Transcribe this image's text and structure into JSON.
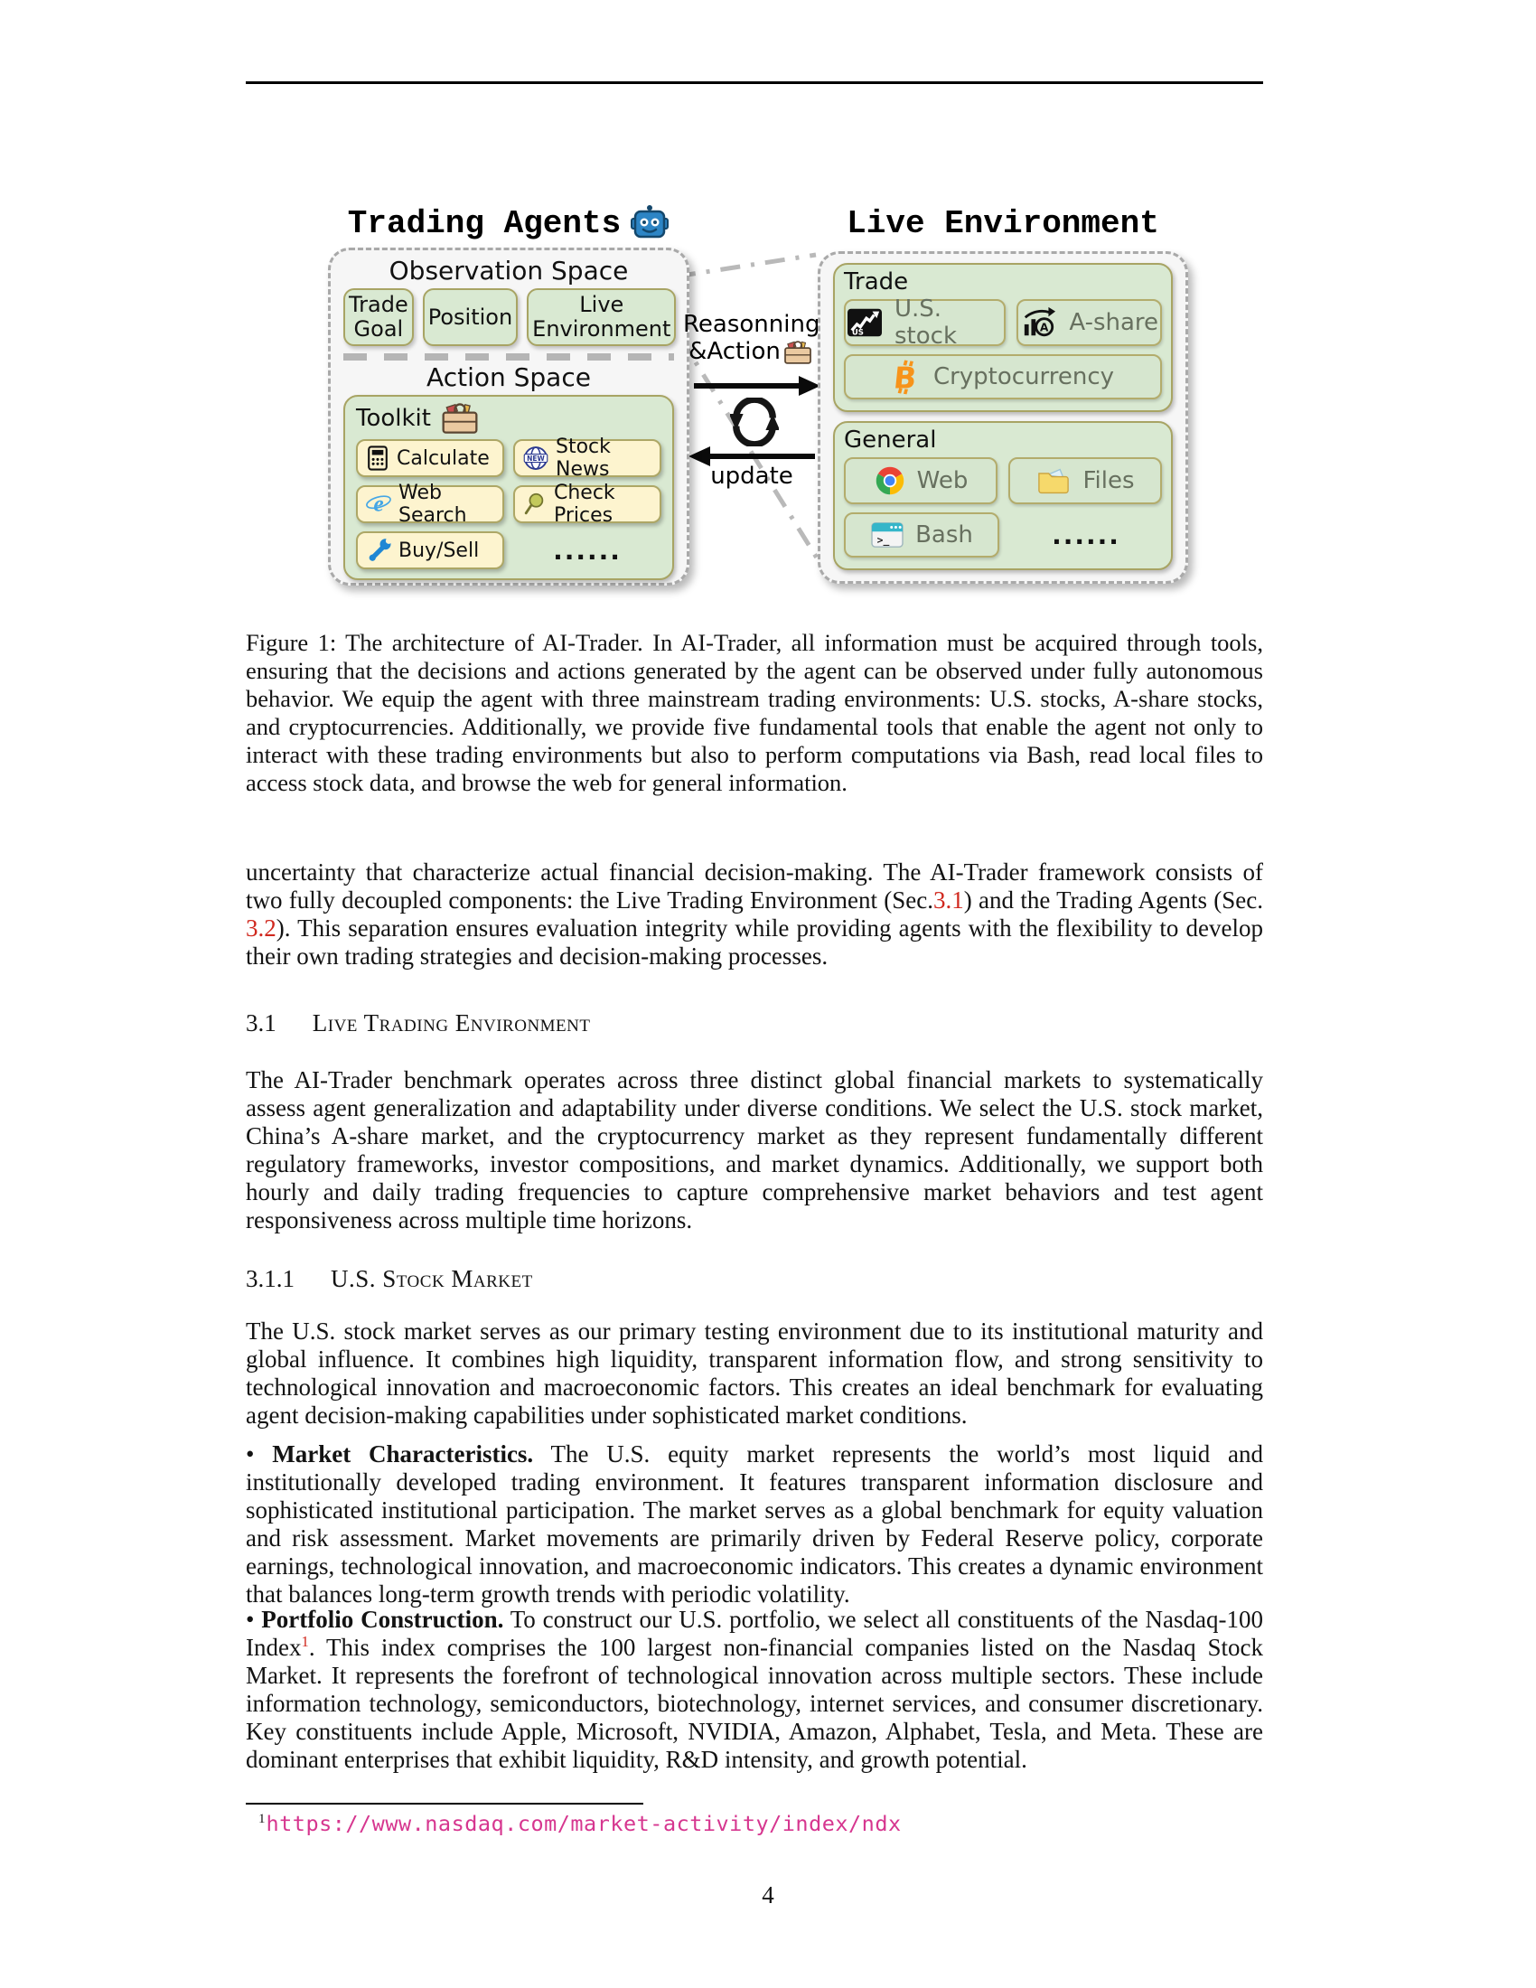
{
  "figure": {
    "agents_panel": {
      "title": "Trading Agents",
      "robot_icon": "robot-icon",
      "observation": {
        "title": "Observation Space",
        "boxes": [
          "Trade Goal",
          "Position",
          "Live Environment"
        ]
      },
      "action": {
        "title": "Action Space",
        "toolkit_label": "Toolkit",
        "toolkit_icon": "toolbox-icon",
        "tools": [
          {
            "label": "Calculate",
            "icon": "calculator-icon"
          },
          {
            "label": "Stock News",
            "icon": "news-globe-icon"
          },
          {
            "label": "Web Search",
            "icon": "browser-e-icon"
          },
          {
            "label": "Check Prices",
            "icon": "magnifier-icon"
          },
          {
            "label": "Buy/Sell",
            "icon": "wrench-icon"
          }
        ],
        "ellipsis": "......"
      }
    },
    "middle": {
      "reasoning_line1": "Reasonning",
      "reasoning_line2": "&Action",
      "reasoning_icon": "toolbox-icon",
      "cycle_icon": "cycle-arrows-icon",
      "update_label": "update"
    },
    "env_panel": {
      "title": "Live Environment",
      "trade": {
        "title": "Trade",
        "items": [
          {
            "label": "U.S. stock",
            "icon": "us-stock-chart-icon"
          },
          {
            "label": "A-share",
            "icon": "a-share-chart-icon"
          },
          {
            "label": "Cryptocurrency",
            "icon": "bitcoin-icon"
          }
        ]
      },
      "general": {
        "title": "General",
        "items": [
          {
            "label": "Web",
            "icon": "chrome-icon"
          },
          {
            "label": "Files",
            "icon": "folder-icon"
          },
          {
            "label": "Bash",
            "icon": "terminal-icon"
          }
        ],
        "ellipsis": "......"
      }
    }
  },
  "caption": "Figure 1: The architecture of AI-Trader. In AI-Trader, all information must be acquired through tools, ensuring that the decisions and actions generated by the agent can be observed under fully autonomous behavior. We equip the agent with three mainstream trading environments: U.S. stocks, A-share stocks, and cryptocurrencies. Additionally, we provide five fundamental tools that enable the agent not only to interact with these trading environments but also to perform computations via Bash, read local files to access stock data, and browse the web for general information.",
  "paragraphs": {
    "intro": {
      "part1": "uncertainty that characterize actual financial decision-making. The AI-Trader framework consists of two fully decoupled components: the Live Trading Environment (Sec.",
      "ref1": "3.1",
      "part2": ") and the Trading Agents (Sec. ",
      "ref2": "3.2",
      "part3": "). This separation ensures evaluation integrity while providing agents with the flexibility to develop their own trading strategies and decision-making processes."
    },
    "live_env": "The AI-Trader benchmark operates across three distinct global financial markets to systematically assess agent generalization and adaptability under diverse conditions. We select the U.S. stock market, China’s A-share market, and the cryptocurrency market as they represent fundamentally different regulatory frameworks, investor compositions, and market dynamics. Additionally, we support both hourly and daily trading frequencies to capture comprehensive market behaviors and test agent responsiveness across multiple time horizons.",
    "us_stock": "The U.S. stock market serves as our primary testing environment due to its institutional maturity and global influence. It combines high liquidity, transparent information flow, and strong sensitivity to technological innovation and macroeconomic factors. This creates an ideal benchmark for evaluating agent decision-making capabilities under sophisticated market conditions."
  },
  "sections": {
    "live_env": {
      "number": "3.1",
      "title": "Live Trading Environment"
    },
    "us_stock": {
      "number": "3.1.1",
      "title": "U.S. Stock Market"
    }
  },
  "bullets": {
    "market": {
      "marker": "•",
      "lead": "Market Characteristics.",
      "text": "The U.S. equity market represents the world’s most liquid and institutionally developed trading environment. It features transparent information disclosure and sophisticated institutional participation. The market serves as a global benchmark for equity valuation and risk assessment. Market movements are primarily driven by Federal Reserve policy, corporate earnings, technological innovation, and macroeconomic indicators. This creates a dynamic environment that balances long-term growth trends with periodic volatility."
    },
    "portfolio": {
      "marker": "•",
      "lead": "Portfolio Construction.",
      "text1": "To construct our U.S. portfolio, we select all constituents of the Nasdaq-100 Index",
      "footnote_ref": "1",
      "text2": ". This index comprises the 100 largest non-financial companies listed on the Nasdaq Stock Market. It represents the forefront of technological innovation across multiple sectors. These include information technology, semiconductors, biotechnology, internet services, and consumer discretionary. Key constituents include Apple, Microsoft, NVIDIA, Amazon, Alphabet, Tesla, and Meta. These are dominant enterprises that exhibit liquidity, R&D intensity, and growth potential."
    }
  },
  "footnote": {
    "marker": "1",
    "url": "https://www.nasdaq.com/market-activity/index/ndx"
  },
  "page_number": "4",
  "colors": {
    "section_ref_red": "#d0281e",
    "footnote_link_magenta": "#d6368f",
    "diagram_green": "#d9e9d2",
    "tool_yellow": "#fdf4cf",
    "robot_blue": "#2d85c5",
    "bitcoin_orange": "#f7931a"
  }
}
